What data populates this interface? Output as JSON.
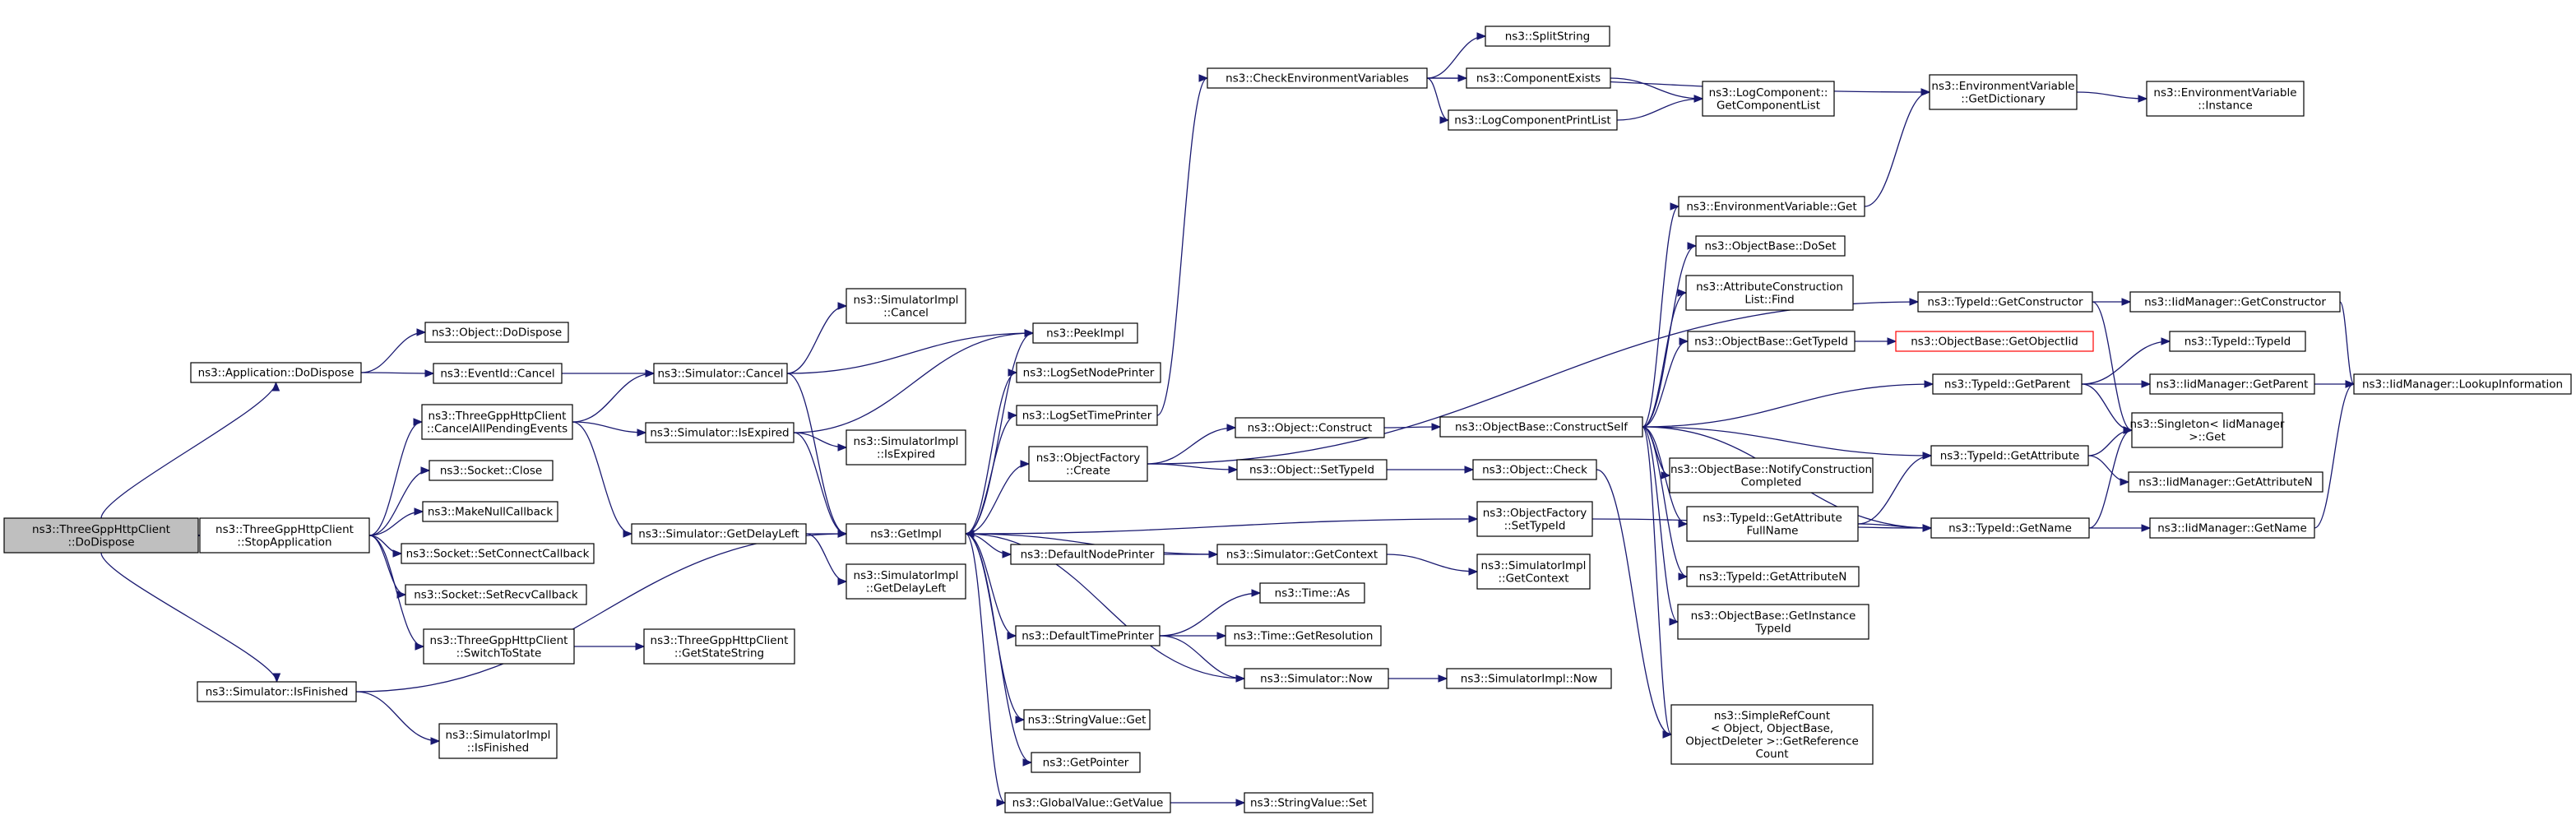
{
  "graph": {
    "nodes": {
      "root": [
        "ns3::ThreeGppHttpClient",
        "::DoDispose"
      ],
      "app_dodispose": [
        "ns3::Application::DoDispose"
      ],
      "stopapp": [
        "ns3::ThreeGppHttpClient",
        "::StopApplication"
      ],
      "isfinished": [
        "ns3::Simulator::IsFinished"
      ],
      "obj_dodispose": [
        "ns3::Object::DoDispose"
      ],
      "eventid_cancel": [
        "ns3::EventId::Cancel"
      ],
      "sim_cancel": [
        "ns3::Simulator::Cancel"
      ],
      "simimpl_cancel": [
        "ns3::SimulatorImpl",
        "::Cancel"
      ],
      "peekimpl": [
        "ns3::PeekImpl"
      ],
      "cancelallpending": [
        "ns3::ThreeGppHttpClient",
        "::CancelAllPendingEvents"
      ],
      "sim_isexpired": [
        "ns3::Simulator::IsExpired"
      ],
      "simimpl_isexpired": [
        "ns3::SimulatorImpl",
        "::IsExpired"
      ],
      "sim_getdelayleft": [
        "ns3::Simulator::GetDelayLeft"
      ],
      "socket_close": [
        "ns3::Socket::Close"
      ],
      "makenullcallback": [
        "ns3::MakeNullCallback"
      ],
      "setconnectcallback": [
        "ns3::Socket::SetConnectCallback"
      ],
      "setrecvcallback": [
        "ns3::Socket::SetRecvCallback"
      ],
      "switchtostate": [
        "ns3::ThreeGppHttpClient",
        "::SwitchToState"
      ],
      "getstatestring": [
        "ns3::ThreeGppHttpClient",
        "::GetStateString"
      ],
      "simimpl_isfinished": [
        "ns3::SimulatorImpl",
        "::IsFinished"
      ],
      "getimpl": [
        "ns3::GetImpl"
      ],
      "simimpl_getdelayleft": [
        "ns3::SimulatorImpl",
        "::GetDelayLeft"
      ],
      "logsetnodeprinter": [
        "ns3::LogSetNodePrinter"
      ],
      "logsettimeprinter": [
        "ns3::LogSetTimePrinter"
      ],
      "objfactory_create": [
        "ns3::ObjectFactory",
        "::Create"
      ],
      "defaultnodeprinter": [
        "ns3::DefaultNodePrinter"
      ],
      "defaulttimeprinter": [
        "ns3::DefaultTimePrinter"
      ],
      "stringvalue_get": [
        "ns3::StringValue::Get"
      ],
      "getpointer": [
        "ns3::GetPointer"
      ],
      "globalvalue_getvalue": [
        "ns3::GlobalValue::GetValue"
      ],
      "checkenv": [
        "ns3::CheckEnvironmentVariables"
      ],
      "splitstring": [
        "ns3::SplitString"
      ],
      "componentexists": [
        "ns3::ComponentExists"
      ],
      "logcomponentprintlist": [
        "ns3::LogComponentPrintList"
      ],
      "getcomponentlist": [
        "ns3::LogComponent::",
        "GetComponentList"
      ],
      "obj_construct": [
        "ns3::Object::Construct"
      ],
      "obj_settypeid": [
        "ns3::Object::SetTypeId"
      ],
      "obj_check": [
        "ns3::Object::Check"
      ],
      "objfactory_settypeid": [
        "ns3::ObjectFactory",
        "::SetTypeId"
      ],
      "sim_getcontext": [
        "ns3::Simulator::GetContext"
      ],
      "simimpl_getcontext": [
        "ns3::SimulatorImpl",
        "::GetContext"
      ],
      "time_as": [
        "ns3::Time::As"
      ],
      "time_getresolution": [
        "ns3::Time::GetResolution"
      ],
      "sim_now": [
        "ns3::Simulator::Now"
      ],
      "simimpl_now": [
        "ns3::SimulatorImpl::Now"
      ],
      "stringvalue_set": [
        "ns3::StringValue::Set"
      ],
      "constructself": [
        "ns3::ObjectBase::ConstructSelf"
      ],
      "envvar_get": [
        "ns3::EnvironmentVariable::Get"
      ],
      "objbase_doset": [
        "ns3::ObjectBase::DoSet"
      ],
      "attrconstr_find": [
        "ns3::AttributeConstruction",
        "List::Find"
      ],
      "objbase_gettypeid": [
        "ns3::ObjectBase::GetTypeId"
      ],
      "objbase_getobjectiid": [
        "ns3::ObjectBase::GetObjectIid"
      ],
      "notifyconstruction": [
        "ns3::ObjectBase::NotifyConstruction",
        "Completed"
      ],
      "typeid_getattrfullname": [
        "ns3::TypeId::GetAttribute",
        "FullName"
      ],
      "typeid_getattrn": [
        "ns3::TypeId::GetAttributeN"
      ],
      "objbase_getinstancetypeid": [
        "ns3::ObjectBase::GetInstance",
        "TypeId"
      ],
      "simplerefcount": [
        "ns3::SimpleRefCount",
        "< Object, ObjectBase,",
        "ObjectDeleter >::GetReference",
        "Count"
      ],
      "envvar_getdict": [
        "ns3::EnvironmentVariable",
        "::GetDictionary"
      ],
      "envvar_instance": [
        "ns3::EnvironmentVariable",
        "::Instance"
      ],
      "typeid_getconstructor": [
        "ns3::TypeId::GetConstructor"
      ],
      "iidmgr_getconstructor": [
        "ns3::IidManager::GetConstructor"
      ],
      "typeid_typeid": [
        "ns3::TypeId::TypeId"
      ],
      "typeid_getparent": [
        "ns3::TypeId::GetParent"
      ],
      "iidmgr_getparent": [
        "ns3::IidManager::GetParent"
      ],
      "iidmgr_lookupinfo": [
        "ns3::IidManager::LookupInformation"
      ],
      "singleton_get": [
        "ns3::Singleton< IidManager",
        ">::Get"
      ],
      "typeid_getattribute": [
        "ns3::TypeId::GetAttribute"
      ],
      "iidmgr_getattrn": [
        "ns3::IidManager::GetAttributeN"
      ],
      "typeid_getname": [
        "ns3::TypeId::GetName"
      ],
      "iidmgr_getname": [
        "ns3::IidManager::GetName"
      ]
    }
  },
  "colors": {
    "edge": "#191970",
    "root_fill": "#bfbfbf",
    "node_border": "#000000",
    "highlight_border": "#ff0000"
  }
}
